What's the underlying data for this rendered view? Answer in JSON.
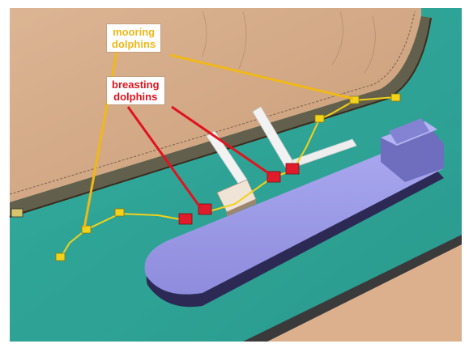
{
  "labels": {
    "mooring": {
      "line1": "mooring",
      "line2": "dolphins"
    },
    "breasting": {
      "line1": "breasting",
      "line2": "dolphins"
    }
  },
  "colors": {
    "water": "#2fa79a",
    "water_dark": "#1e7e74",
    "land": "#d8ad8a",
    "embankment": "#5a4632",
    "vessel_hull": "#9f9ee8",
    "vessel_shadow": "#2c2a55",
    "mooring_dolphin": "#f2d21a",
    "breasting_dolphin": "#e01c2a",
    "mooring_label": "#f0b818",
    "breasting_label": "#e0141e",
    "jetty": "#eeeeee"
  },
  "icons": [
    "vessel-icon",
    "mooring-dolphin-icon",
    "breasting-dolphin-icon",
    "jetty-platform-icon"
  ]
}
